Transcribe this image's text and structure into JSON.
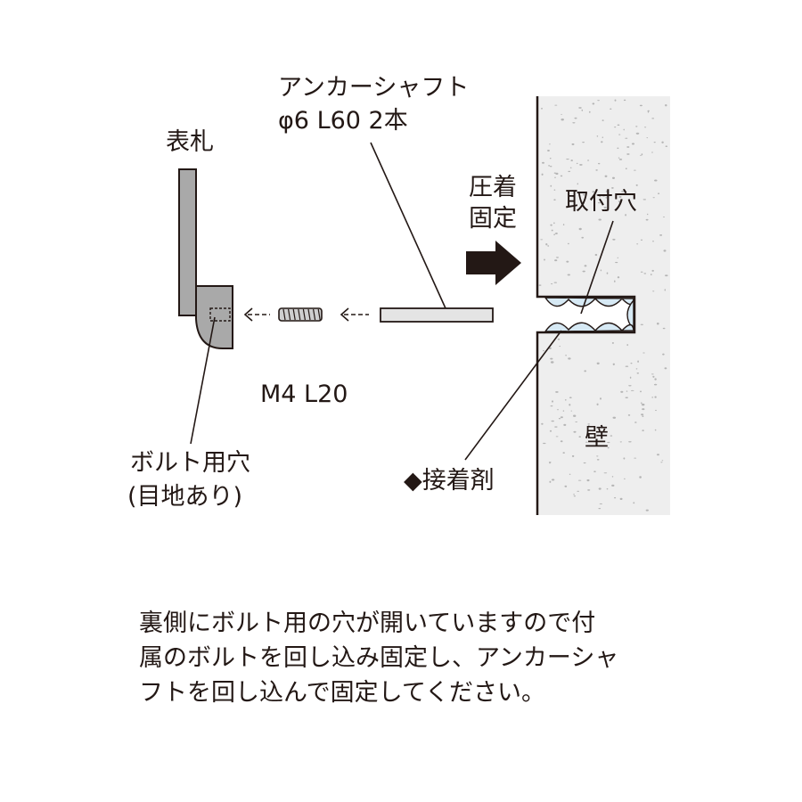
{
  "labels": {
    "sign_plate": "表札",
    "anchor_shaft": "アンカーシャフト",
    "anchor_shaft_spec": "φ6 L60 2本",
    "press_fix_line1": "圧着",
    "press_fix_line2": "固定",
    "mount_hole": "取付穴",
    "bolt": "M4 L20",
    "bolt_hole_line1": "ボルト用穴",
    "bolt_hole_line2": "(目地あり)",
    "adhesive": "◆接着剤",
    "wall": "壁"
  },
  "note": {
    "lines": [
      "裏側にボルト用の穴が開いていますので付",
      "属のボルトを回し込み固定し、アンカーシャ",
      "フトを回し込んで固定してください。"
    ]
  },
  "colors": {
    "ink": "#231815",
    "plate_fill": "#a9a9a9",
    "wall_fill": "#eeeeee",
    "wall_speckle": "#b5b5b5",
    "adhesive_fill": "#d6e9f4",
    "shaft_fill": "#e4e4e4"
  }
}
